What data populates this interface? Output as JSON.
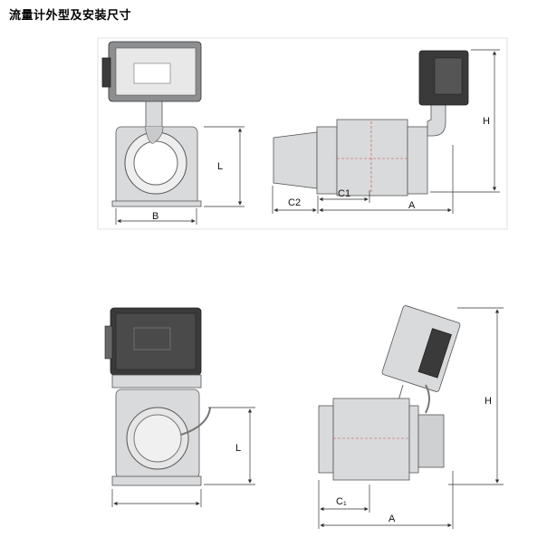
{
  "title": "流量计外型及安装尺寸",
  "top_drawing": {
    "front_labels": {
      "L": "L",
      "B": "B"
    },
    "side_labels": {
      "C2": "C2",
      "C1": "C1",
      "A": "A",
      "H": "H"
    }
  },
  "bottom_drawing": {
    "front_labels": {
      "L": "L"
    },
    "side_labels": {
      "C1": "C₁",
      "A": "A",
      "H": "H"
    }
  },
  "colors": {
    "red_centerline": "#d04040"
  }
}
